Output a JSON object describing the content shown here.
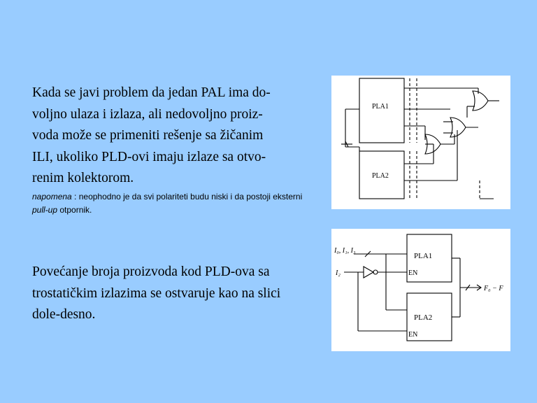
{
  "paragraph1": {
    "lines": [
      "Kada se javi problem da jedan PAL ima do-",
      "voljno ulaza i izlaza, ali nedovoljno proiz-",
      "voda može se primeniti rešenje sa žičanim",
      "ILI, ukoliko PLD-ovi imaju izlaze sa otvo-",
      "renim kolektorom."
    ]
  },
  "note": {
    "label": "napomena",
    "text_before": " : neophodno je da svi polariteti budu niski i da postoji eksterni ",
    "pullup": "pull-up",
    "text_after": " otpornik."
  },
  "paragraph2": {
    "lines": [
      "Povećanje broja proizvoda kod PLD-ova sa",
      "trostatičkim izlazima se ostvaruje kao na slici",
      "dole-desno."
    ]
  },
  "figure1": {
    "block_top_label": "PLA1",
    "block_bottom_label": "PLA2"
  },
  "figure2": {
    "block_top_label": "PLA1",
    "block_bottom_label": "PLA2",
    "input_top_label": "I₀, I₁, I₃",
    "input_bottom_label": "I₂",
    "enable_top_label": "EN",
    "enable_bottom_label": "EN",
    "output_label": "F₀ − F"
  }
}
